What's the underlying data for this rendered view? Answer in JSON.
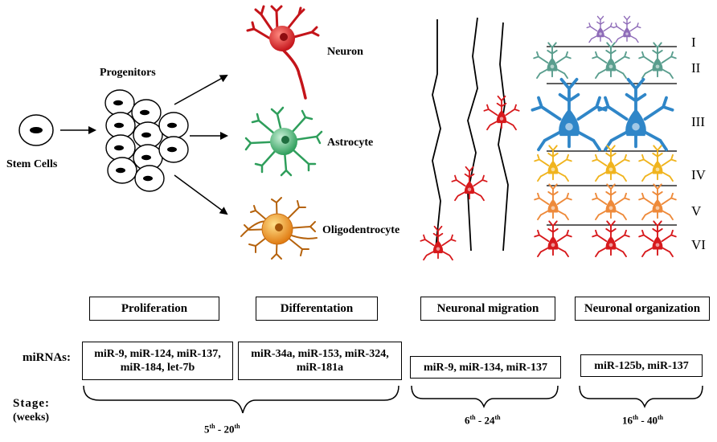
{
  "cells": {
    "stem_label": "Stem Cells",
    "progenitors_label": "Progenitors",
    "neuron_label": "Neuron",
    "astrocyte_label": "Astrocyte",
    "oligodendrocyte_label": "Oligodentrocyte"
  },
  "layers": [
    "I",
    "II",
    "III",
    "IV",
    "V",
    "VI"
  ],
  "colors": {
    "neuron": "#d7191c",
    "astrocyte": "#2e9e5b",
    "oligodendrocyte": "#e07b12",
    "layer_I": "#8e6bb8",
    "layer_II": "#5a9e8e",
    "layer_III": "#2f86c8",
    "layer_IV": "#f0b41e",
    "layer_V": "#ee8a3a",
    "layer_VI": "#d7191c"
  },
  "stages": [
    {
      "title": "Proliferation",
      "mirnas": [
        "miR-9, miR-124, miR-137,",
        "miR-184, let-7b"
      ]
    },
    {
      "title": "Differentation",
      "mirnas": [
        "miR-34a, miR-153, miR-324,",
        "miR-181a"
      ]
    },
    {
      "title": "Neuronal migration",
      "mirnas": [
        "miR-9, miR-134, miR-137"
      ]
    },
    {
      "title": "Neuronal organization",
      "mirnas": [
        "miR-125b, miR-137"
      ]
    }
  ],
  "labels": {
    "mirnas": "miRNAs:",
    "stage": "Stage:",
    "weeks": "(weeks)"
  },
  "periods": [
    {
      "start": "5",
      "start_sup": "th",
      "sep": " - ",
      "end": "20",
      "end_sup": "th"
    },
    {
      "start": "6",
      "start_sup": "th",
      "sep": " - ",
      "end": "24",
      "end_sup": "th"
    },
    {
      "start": "16",
      "start_sup": "th",
      "sep": " - ",
      "end": "40",
      "end_sup": "th"
    }
  ]
}
